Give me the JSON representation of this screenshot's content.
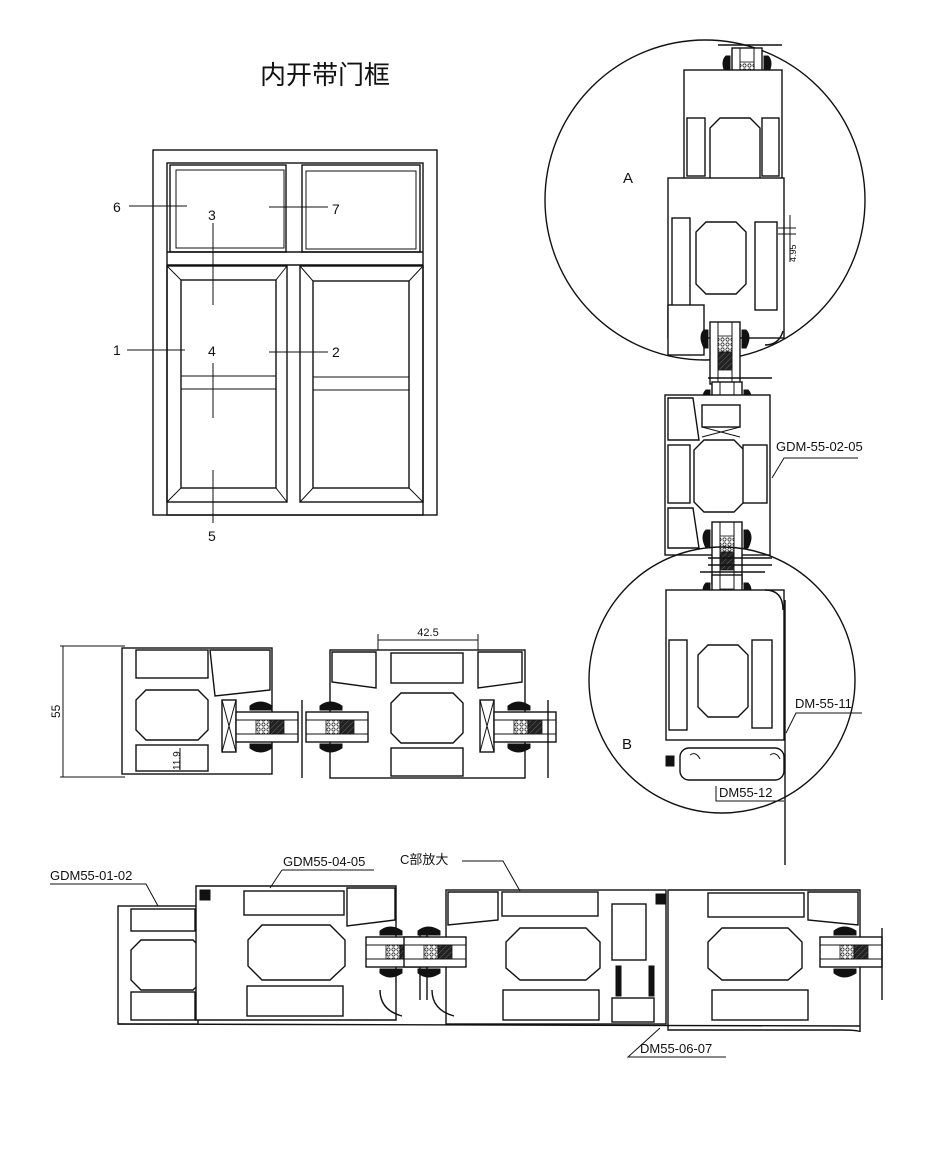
{
  "title": "内开带门框",
  "elevation": {
    "callouts": [
      "1",
      "2",
      "3",
      "4",
      "5",
      "6",
      "7"
    ]
  },
  "detail_circles": {
    "a_label": "A",
    "b_label": "B",
    "a_dimension": "4.95"
  },
  "part_labels": {
    "mullion_vertical": "GDM-55-02-05",
    "sill_cover": "DM-55-11",
    "sill_base": "DM55-12",
    "frame_left": "GDM55-01-02",
    "sash_left": "GDM55-04-05",
    "enlarge_c": "C部放大",
    "center_mullion": "DM55-06-07"
  },
  "section_dimensions": {
    "height": "55",
    "small_height": "11.9",
    "width": "42.5"
  }
}
